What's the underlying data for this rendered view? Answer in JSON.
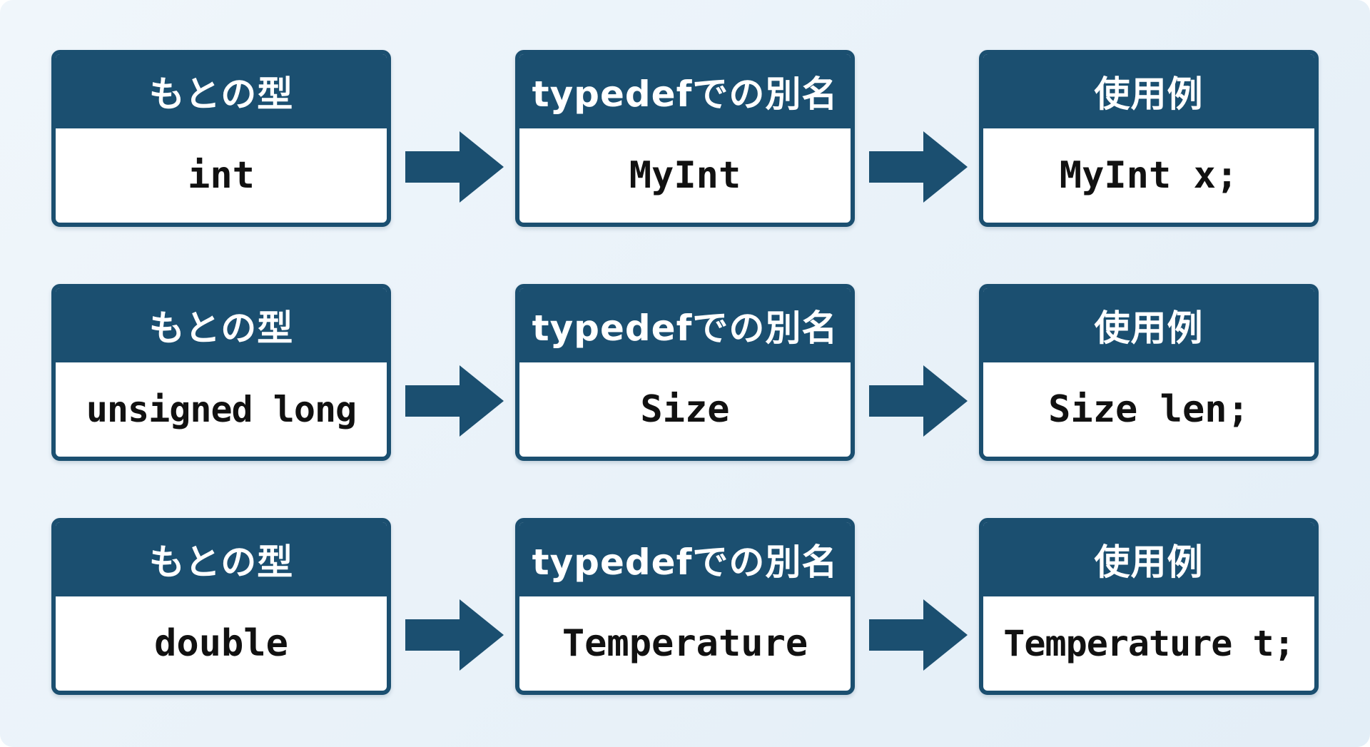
{
  "labels": {
    "original_type": "もとの型",
    "alias": "typedefでの別名",
    "usage": "使用例"
  },
  "rows": [
    {
      "original": "int",
      "alias": "MyInt",
      "usage": "MyInt x;"
    },
    {
      "original": "unsigned long",
      "alias": "Size",
      "usage": "Size len;"
    },
    {
      "original": "double",
      "alias": "Temperature",
      "usage": "Temperature t;"
    }
  ],
  "colors": {
    "header": "#1b4f70",
    "arrow": "#1b4f70",
    "background": "#e8f1f8"
  }
}
